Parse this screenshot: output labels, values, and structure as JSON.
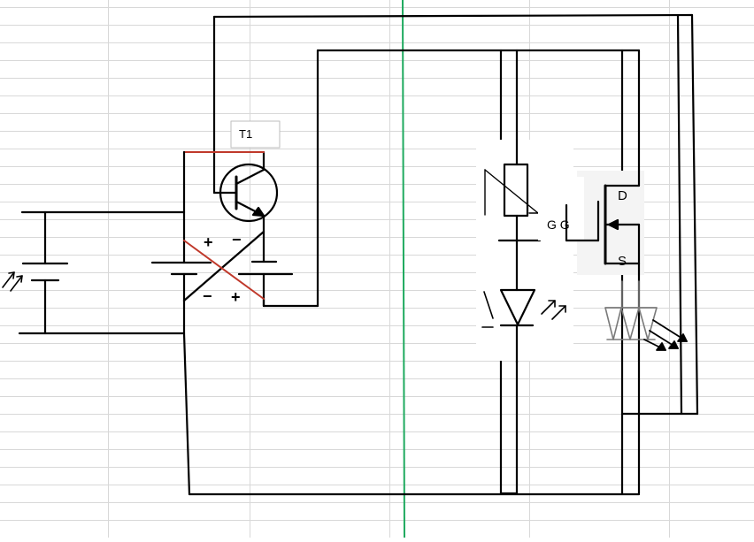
{
  "sheet": {
    "grid_color": "#d8d8d8",
    "guide_line_color": "#1faa5f"
  },
  "wire_color": "#000000",
  "accent_wire_color": "#c0392b",
  "labels": {
    "transistor": "T1",
    "battery_top_plus": "+",
    "battery_top_minus": "−",
    "battery_bottom_minus": "−",
    "battery_bottom_plus": "+",
    "gate_label": "G G",
    "drain_label": "D",
    "source_label": "S"
  },
  "components": [
    {
      "name": "photovoltaic-cell",
      "icon": "photocell-icon"
    },
    {
      "name": "npn-transistor",
      "icon": "bjt-icon",
      "label": "T1"
    },
    {
      "name": "battery-pair",
      "icon": "battery-icon"
    },
    {
      "name": "thermistor",
      "icon": "thermistor-icon"
    },
    {
      "name": "led",
      "icon": "led-icon"
    },
    {
      "name": "mosfet",
      "icon": "mosfet-icon"
    },
    {
      "name": "led-array",
      "icon": "led-array-icon"
    }
  ]
}
